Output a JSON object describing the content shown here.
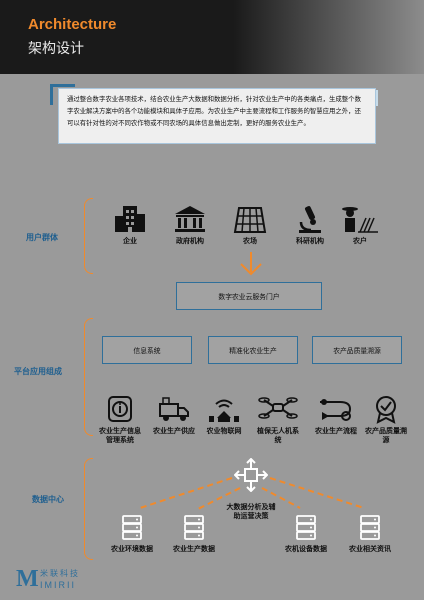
{
  "header": {
    "title_en": "Architecture",
    "title_cn": "架构设计"
  },
  "description": "通过整合数字农业各项技术，结合农业生产大数据和数据分析，针对农业生产中的各类痛点，生成整个数字农业解决方案中的各个功能模块和具体子应用。为农业生产中主要流程和工作服务的智慧应用之外，还可以有针对性的对不同农作物或不同农场的具体信息做出定制，更好的服务农业生产。",
  "sections": {
    "users": "用户群体",
    "platform": "平台应用组成",
    "data": "数据中心"
  },
  "users": [
    {
      "label": "企业",
      "icon": "enterprise-icon"
    },
    {
      "label": "政府机构",
      "icon": "government-icon"
    },
    {
      "label": "农场",
      "icon": "farm-icon"
    },
    {
      "label": "科研机构",
      "icon": "microscope-icon"
    },
    {
      "label": "农户",
      "icon": "farmer-icon"
    }
  ],
  "portal": "数字农业云服务门户",
  "systems": [
    "信息系统",
    "精准化农业生产",
    "农产品质量溯源"
  ],
  "apps": [
    {
      "label": "农业生产信息管理系统",
      "icon": "info-system-icon"
    },
    {
      "label": "农业生产供应",
      "icon": "supply-truck-icon"
    },
    {
      "label": "农业物联网",
      "icon": "iot-icon"
    },
    {
      "label": "植保无人机系统",
      "icon": "drone-icon"
    },
    {
      "label": "农业生产流程",
      "icon": "workflow-icon"
    },
    {
      "label": "农产品质量溯源",
      "icon": "quality-badge-icon"
    }
  ],
  "hub_label": "大数据分析及辅助运营决策",
  "databases": [
    "农业环境数据",
    "农业生产数据",
    "农机设备数据",
    "农业相关资讯"
  ],
  "logo": {
    "cn": "米联科技",
    "en": "IMIRII",
    "mark": "M"
  },
  "colors": {
    "accent": "#f08a2c",
    "blue": "#2f6f9a",
    "background": "#9a9a9a"
  }
}
